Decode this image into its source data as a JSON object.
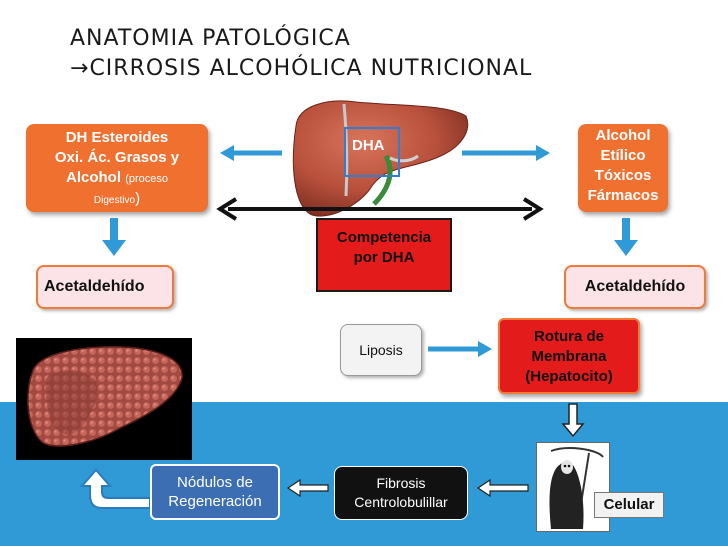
{
  "title": {
    "line1": "ANATOMIA PATOLÓGICA",
    "line2_arrow": "→",
    "line2": "CIRROSIS ALCOHÓLICA NUTRICIONAL"
  },
  "boxes": {
    "left_source": {
      "line1": "DH Esteroides",
      "line2": "Oxi. Ác. Grasos y",
      "line3_main": "Alcohol",
      "line3_small": "(proceso",
      "line4_small": "Digestivo",
      "line4_close": ")"
    },
    "right_source": {
      "line1": "Alcohol",
      "line2": "Etílico",
      "line3": "Tóxicos",
      "line4": "Fármacos"
    },
    "dha": "DHA",
    "competencia": "Competencia por DHA",
    "acetaldehido_left": "Acetaldehído",
    "acetaldehido_right": "Acetaldehído",
    "liposis": "Liposis",
    "rotura": {
      "line1": "Rotura de",
      "line2": "Membrana",
      "line3": "(Hepatocito)"
    },
    "celular": "Celular",
    "fibrosis": {
      "line1": "Fibrosis",
      "line2": "Centrolobulillar"
    },
    "nodulos": {
      "line1": "Nódulos de",
      "line2": "Regeneración"
    }
  },
  "colors": {
    "orange": "#f07030",
    "blue_band": "#2f9ad6",
    "arrow_blue": "#2f9ad6",
    "red": "#e31b1b",
    "liver": "#b8503c"
  },
  "images": {
    "liver_top": "liver-illustration",
    "liver_cirrhotic": "cirrhotic-liver-photo",
    "grim_reaper": "grim-reaper-illustration"
  }
}
